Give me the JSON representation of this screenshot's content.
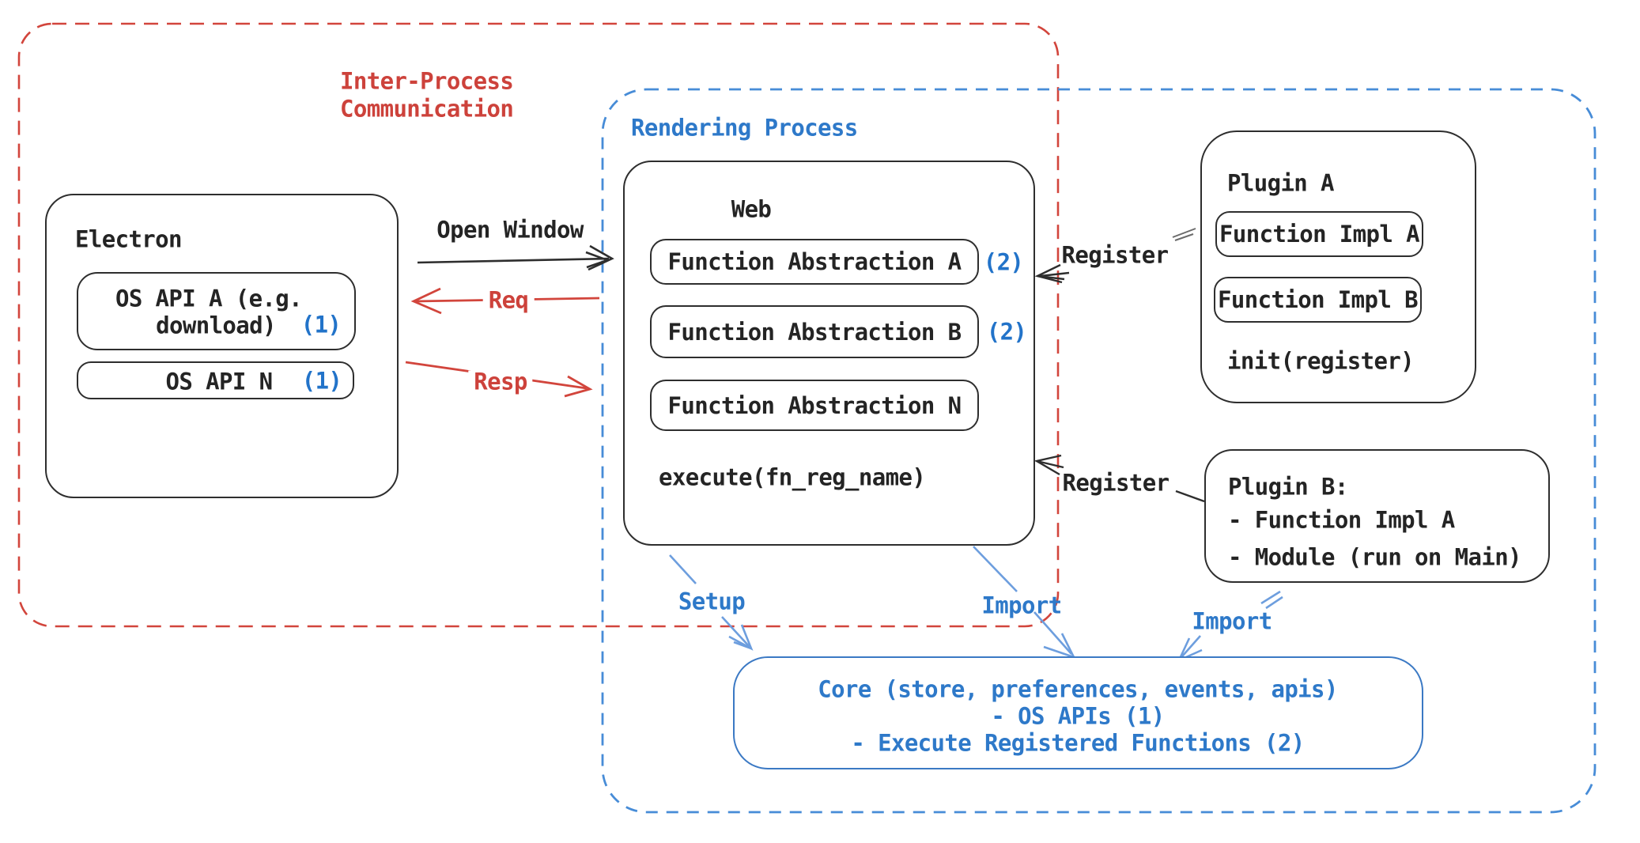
{
  "colors": {
    "ink": "#2e2e2e",
    "red_dash": "#d2453c",
    "red_text": "#cd423b",
    "blue_dash": "#478cd7",
    "blue_text": "#2e79c9",
    "badge_blue": "#2273c9",
    "soft_blue_arrow": "#6d9ede",
    "core_border": "#3b79c4"
  },
  "ipc_group": {
    "label_line1": "Inter-Process",
    "label_line2": "Communication"
  },
  "rendering_group": {
    "label": "Rendering Process"
  },
  "electron": {
    "title": "Electron",
    "os_api_a_line1": "OS API A (e.g.",
    "os_api_a_line2": "download)",
    "os_api_a_badge": "(1)",
    "os_api_n": "OS API N",
    "os_api_n_badge": "(1)"
  },
  "web": {
    "title": "Web",
    "fn_abs_a": "Function Abstraction A",
    "fn_abs_a_badge": "(2)",
    "fn_abs_b": "Function Abstraction B",
    "fn_abs_b_badge": "(2)",
    "fn_abs_n": "Function Abstraction N",
    "execute": "execute(fn_reg_name)"
  },
  "plugin_a": {
    "title": "Plugin A",
    "impl_a": "Function Impl A",
    "impl_b": "Function Impl B",
    "init": "init(register)"
  },
  "plugin_b": {
    "title": "Plugin B:",
    "items": [
      "- Function Impl A",
      "- Module (run on Main)"
    ]
  },
  "core": {
    "line1": "Core (store, preferences, events, apis)",
    "line2": "- OS APIs (1)",
    "line3": "- Execute Registered Functions (2)"
  },
  "arrows": {
    "open_window": "Open Window",
    "req": "Req",
    "resp": "Resp",
    "register_plugin_a": "Register",
    "register_plugin_b": "Register",
    "setup": "Setup",
    "import_web": "Import",
    "import_plugin_b": "Import"
  }
}
